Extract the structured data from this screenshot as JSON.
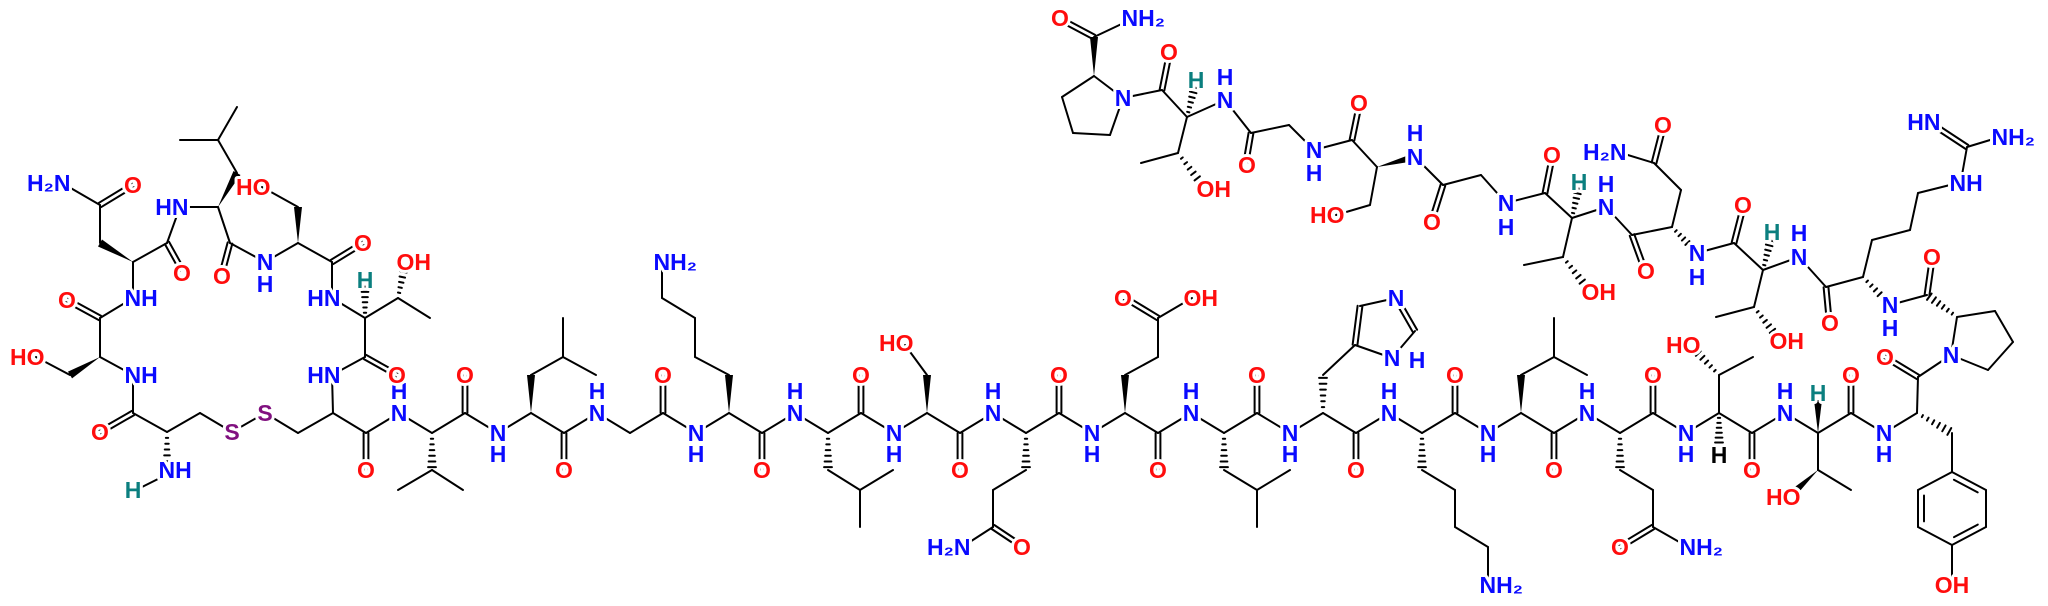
{
  "title": "Peptide structure",
  "atom_labels": {
    "N": "N",
    "H": "H",
    "O": "O",
    "S": "S",
    "OH": "OH",
    "HO": "HO",
    "NH": "NH",
    "HN": "HN",
    "NH2": "NH₂",
    "H2N": "H₂N"
  },
  "colors": {
    "nitrogen": "#0a0aff",
    "oxygen": "#ff0d0d",
    "sulfur": "#80107f",
    "stereo_hydrogen": "#0b7f7f",
    "carbon_bond": "#000000"
  }
}
